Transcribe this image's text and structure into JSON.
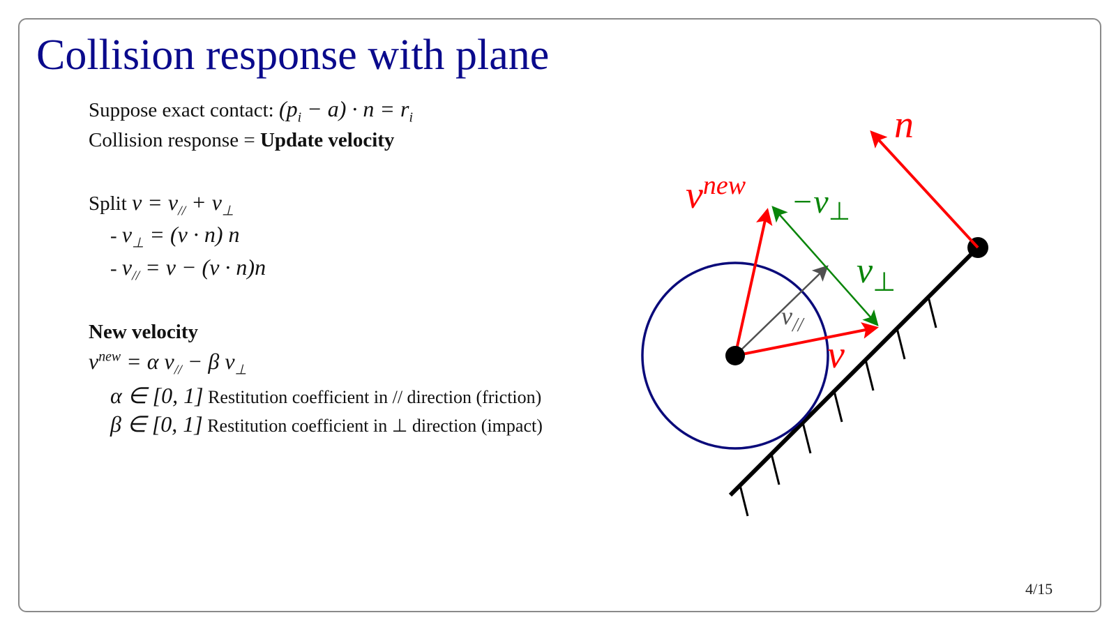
{
  "slide": {
    "title": "Collision response with plane",
    "page_number": "4/15"
  },
  "text": {
    "contact_prefix": "Suppose exact contact: ",
    "contact_eq": "(p",
    "contact_sub": "i",
    "contact_eq2": " − a) · n = r",
    "contact_sub2": "i",
    "response_prefix": "Collision response = ",
    "response_bold": "Update velocity",
    "split_prefix": "Split ",
    "split_eq": "v = v",
    "split_sub1": "//",
    "split_plus": " + v",
    "split_sub2": "⊥",
    "perp_dash": "- ",
    "perp_eq": "v",
    "perp_sub": "⊥",
    "perp_rhs": " = (v · n) n",
    "par_dash": "- ",
    "par_eq": "v",
    "par_sub": "//",
    "par_rhs": " = v − (v · n)n",
    "new_velocity_heading": "New velocity",
    "newv_v": "v",
    "newv_sup": "new",
    "newv_rhs1": " = α v",
    "newv_sub1": "//",
    "newv_rhs2": " − β v",
    "newv_sub2": "⊥",
    "alpha_math": "α ∈ [0, 1]",
    "alpha_text": " Restitution coefficient in // direction (friction)",
    "beta_math": "β ∈ [0, 1]",
    "beta_text": " Restitution coefficient in ⊥ direction (impact)"
  },
  "diagram": {
    "labels": {
      "n": "n",
      "v_new": "v",
      "v_new_sup": "new",
      "minus_v_perp": "−v",
      "perp": "⊥",
      "v_perp": "v",
      "v_par": "v",
      "par": "//",
      "v": "v"
    },
    "colors": {
      "red": "#ff0000",
      "green": "#0a850a",
      "gray": "#505050",
      "circle": "#0a0a7a",
      "plane": "#000000",
      "title": "#0a0a8c"
    }
  }
}
